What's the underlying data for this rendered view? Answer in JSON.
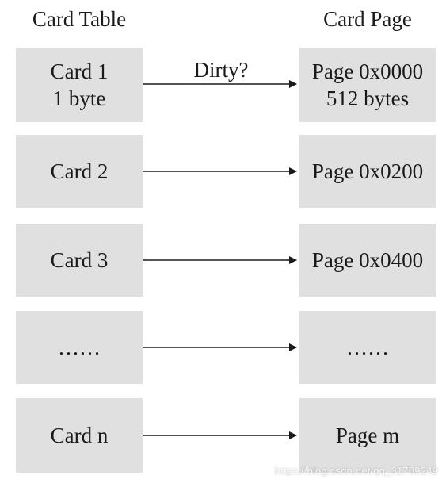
{
  "headers": {
    "card_table": "Card Table",
    "card_page": "Card Page"
  },
  "arrow_label": "Dirty?",
  "rows": [
    {
      "card": "Card 1",
      "card_sub": "1 byte",
      "page": "Page 0x0000",
      "page_sub": "512 bytes"
    },
    {
      "card": "Card 2",
      "card_sub": "",
      "page": "Page 0x0200",
      "page_sub": ""
    },
    {
      "card": "Card 3",
      "card_sub": "",
      "page": "Page 0x0400",
      "page_sub": ""
    },
    {
      "card": "……",
      "card_sub": "",
      "page": "……",
      "page_sub": ""
    },
    {
      "card": "Card n",
      "card_sub": "",
      "page": "Page m",
      "page_sub": ""
    }
  ],
  "watermark": "https://blog.csdn.net/qq_31709249",
  "colors": {
    "box_fill": "#e0e0e0",
    "arrow": "#1a1a1a",
    "text": "#1a1a1a"
  }
}
